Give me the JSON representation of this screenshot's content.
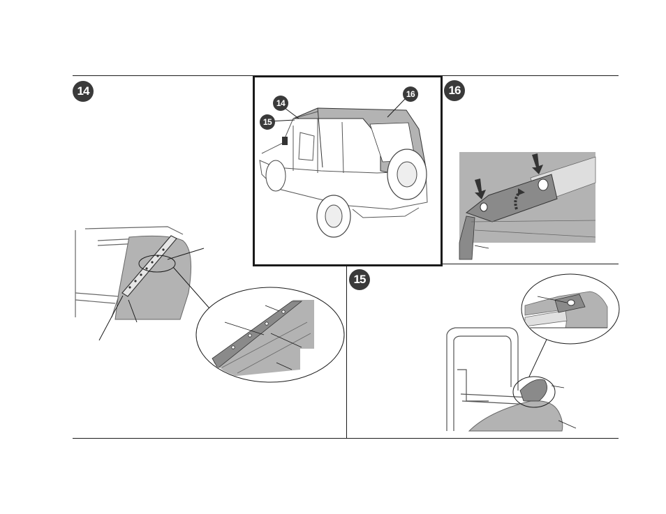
{
  "steps": {
    "step14": {
      "number": "14"
    },
    "step15": {
      "number": "15"
    },
    "step16": {
      "number": "16"
    }
  },
  "overview": {
    "callout14": "14",
    "callout15": "15",
    "callout16": "16"
  },
  "colors": {
    "badge": "#3a3a3a",
    "fabric": "#b3b3b3",
    "fabric_dark": "#8a8a8a",
    "line": "#1a1a1a"
  }
}
